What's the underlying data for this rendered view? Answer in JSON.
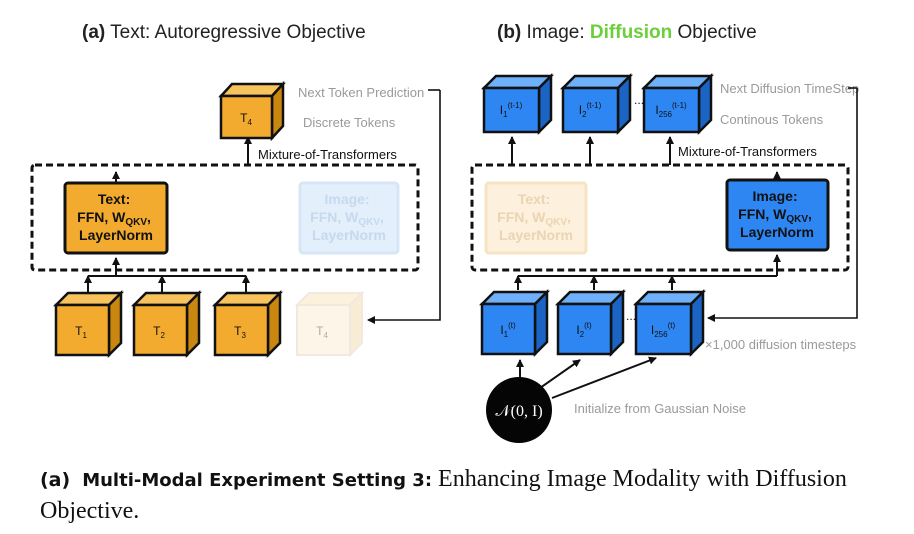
{
  "panel_a": {
    "title_tag": "(a)",
    "title_rest": "Text: Autoregressive Objective",
    "label_next": "Next Token Prediction",
    "label_discrete": "Discrete Tokens",
    "label_mot": "Mixture-of-Transformers",
    "active_block": [
      "Text:",
      "FFN, W",
      "QKV",
      ",",
      "LayerNorm"
    ],
    "faded_block": [
      "Image:",
      "FFN, W",
      "QKV",
      ",",
      "LayerNorm"
    ],
    "output_token": {
      "base": "T",
      "sub": "4"
    },
    "input_tokens": [
      {
        "base": "T",
        "sub": "1"
      },
      {
        "base": "T",
        "sub": "2"
      },
      {
        "base": "T",
        "sub": "3"
      },
      {
        "base": "T",
        "sub": "4"
      }
    ]
  },
  "panel_b": {
    "title_tag": "(b)",
    "title_pre": "Image: ",
    "title_highlight": "Diffusion",
    "title_post": " Objective",
    "label_next": "Next Diffusion TimeStep",
    "label_continuous": "Continous Tokens",
    "label_mot": "Mixture-of-Transformers",
    "faded_block": [
      "Text:",
      "FFN, W",
      "QKV",
      ",",
      "LayerNorm"
    ],
    "active_block": [
      "Image:",
      "FFN, W",
      "QKV",
      ",",
      "LayerNorm"
    ],
    "output_tokens": [
      {
        "base": "I",
        "sub": "1",
        "sup": "(t-1)"
      },
      {
        "base": "I",
        "sub": "2",
        "sup": "(t-1)"
      },
      {
        "base": "I",
        "sub": "256",
        "sup": "(t-1)"
      }
    ],
    "input_tokens": [
      {
        "base": "I",
        "sub": "1",
        "sup": "(t)"
      },
      {
        "base": "I",
        "sub": "2",
        "sup": "(t)"
      },
      {
        "base": "I",
        "sub": "256",
        "sup": "(t)"
      }
    ],
    "ellipsis": "...",
    "label_timesteps": "×1,000 diffusion timesteps",
    "noise_label": "𝒩(0, I)",
    "label_noise_init": "Initialize from Gaussian Noise"
  },
  "caption": {
    "tag": "(a)",
    "lead": "Multi-Modal Experiment Setting 3:",
    "text": " Enhancing Image Modality with Diffusion Objective."
  },
  "colors": {
    "orange": "#f2ab2e",
    "blue": "#2e86f2",
    "green": "#6ccf3a",
    "faded_orange": "#fdf0dc",
    "faded_blue": "#e3effb"
  }
}
